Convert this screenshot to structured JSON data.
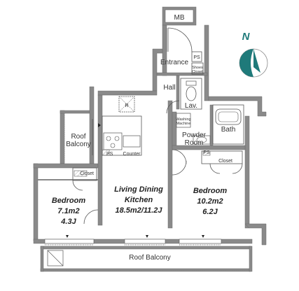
{
  "labels": {
    "mb": "MB",
    "entrance": "Entrance",
    "ps1": "PS",
    "shoes_closet_1": "Shoes",
    "shoes_closet_2": "Closet",
    "hall": "Hall",
    "lav": "Lav.",
    "r": "R",
    "washing_1": "Washing",
    "washing_2": "Machine",
    "powder_room_1": "Powder",
    "powder_room_2": "Room",
    "bath": "Bath",
    "roof_balcony_side_1": "Roof",
    "roof_balcony_side_2": "Balcony",
    "ps2": "PS",
    "counter": "Counter",
    "ps3": "PS",
    "closet_left": "Closet",
    "closet_right": "Closet",
    "bedroom_left_name": "Bedroom",
    "bedroom_left_area": "7.1m2",
    "bedroom_left_j": "4.3J",
    "ldk_line1": "Living Dining",
    "ldk_line2": "Kitchen",
    "ldk_area": "18.5m2/11.2J",
    "bedroom_right_name": "Bedroom",
    "bedroom_right_area": "10.2m2",
    "bedroom_right_j": "6.2J",
    "roof_balcony_bottom": "Roof Balcony",
    "north": "N"
  },
  "colors": {
    "wall": "#8a8a8a",
    "compass": "#1f7a7a"
  }
}
